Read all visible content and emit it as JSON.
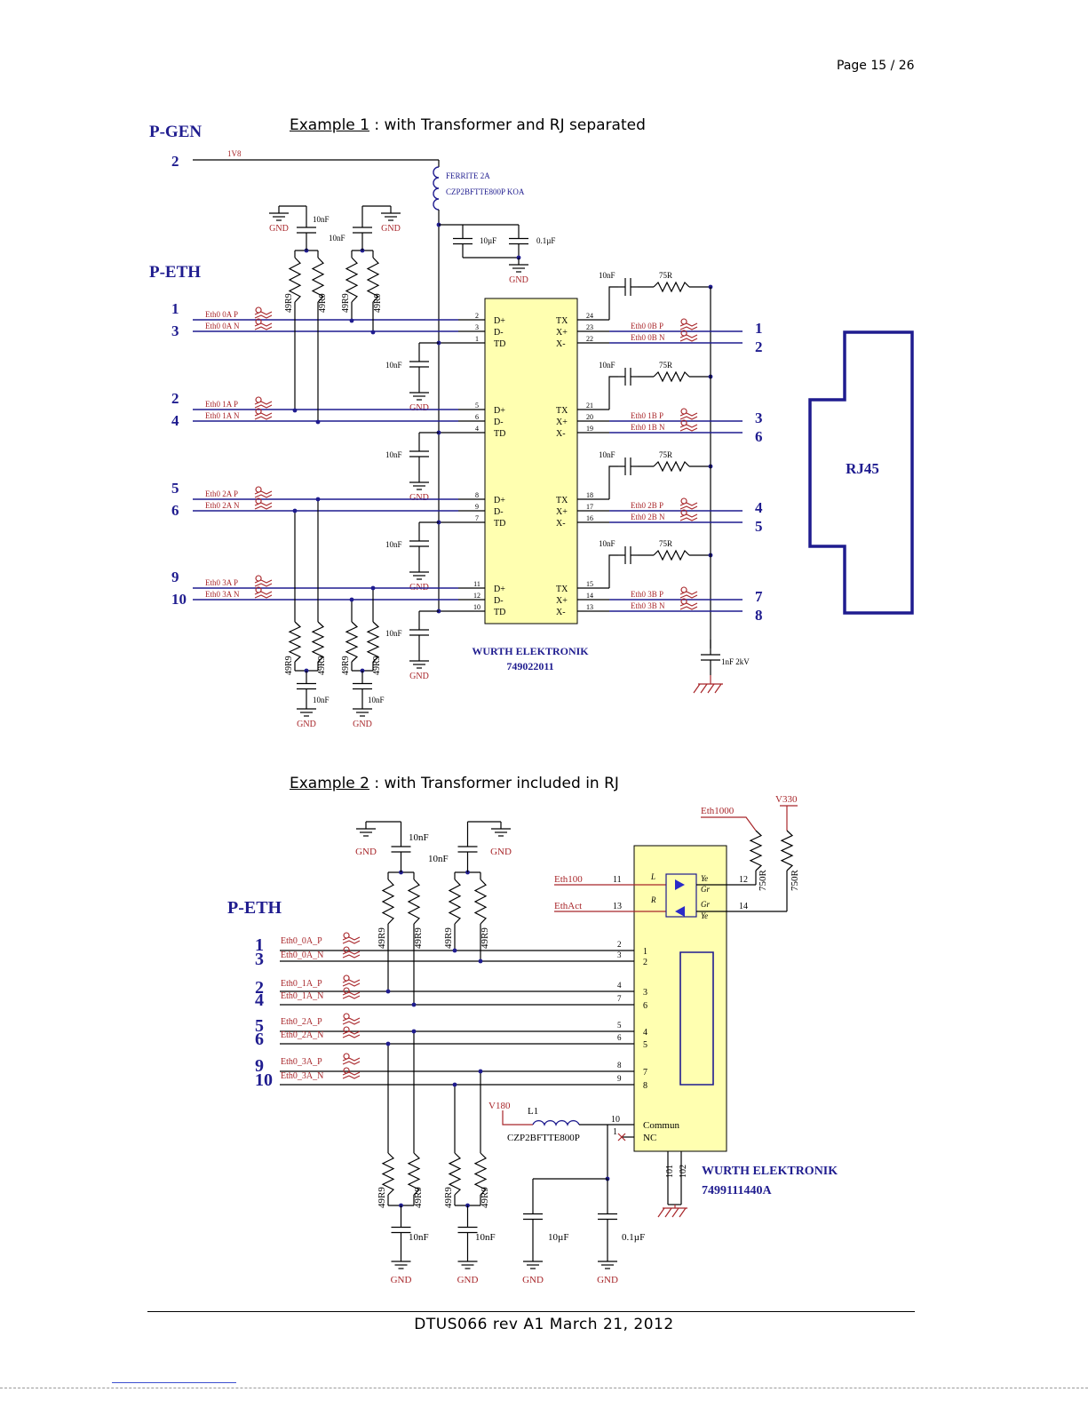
{
  "page": {
    "page_label": "Page 15 / 26",
    "footer": "DTUS066 rev A1 March 21, 2012"
  },
  "example1": {
    "title_link": "Example 1",
    "title_rest": " : with Transformer and RJ separated",
    "pgen_label": "P-GEN",
    "pgen_pin": "2",
    "net_1v8": "1V8",
    "ferrite_line1": "FERRITE 2A",
    "ferrite_line2": "CZP2BFTTE800P   KOA",
    "pwr_caps": [
      "10µF",
      "0.1µF"
    ],
    "peth_label": "P-ETH",
    "left_pins": [
      "1",
      "3",
      "2",
      "4",
      "5",
      "6",
      "9",
      "10"
    ],
    "left_nets": [
      "Eth0_0A_P",
      "Eth0_0A_N",
      "Eth0_1A_P",
      "Eth0_1A_N",
      "Eth0_2A_P",
      "Eth0_2A_N",
      "Eth0_3A_P",
      "Eth0_3A_N"
    ],
    "right_pins": [
      "1",
      "2",
      "3",
      "6",
      "4",
      "5",
      "7",
      "8"
    ],
    "right_nets": [
      "Eth0_0B_P",
      "Eth0_0B_N",
      "Eth0_1B_P",
      "Eth0_1B_N",
      "Eth0_2B_P",
      "Eth0_2B_N",
      "Eth0_3B_P",
      "Eth0_3B_N"
    ],
    "resistor_label": "49R9",
    "cap_label": "10nF",
    "gnd_label": "GND",
    "term_resistor": "75R",
    "chassis_cap": "1nF 2kV",
    "xfmr_left_pin_groups": [
      [
        "2",
        "3",
        "1"
      ],
      [
        "5",
        "6",
        "4"
      ],
      [
        "8",
        "9",
        "7"
      ],
      [
        "11",
        "12",
        "10"
      ]
    ],
    "xfmr_right_pin_groups": [
      [
        "24",
        "23",
        "22"
      ],
      [
        "21",
        "20",
        "19"
      ],
      [
        "18",
        "17",
        "16"
      ],
      [
        "15",
        "14",
        "13"
      ]
    ],
    "xfmr_left_text": [
      "D+",
      "D-",
      "TD"
    ],
    "xfmr_right_text": [
      "TX",
      "X+",
      "X-"
    ],
    "xfmr_vendor": "WURTH ELEKTRONIK",
    "xfmr_part": "749022011",
    "rj45_label": "RJ45"
  },
  "example2": {
    "title_link": "Example 2",
    "title_rest": " : with Transformer included in RJ",
    "peth_label": "P-ETH",
    "left_pins": [
      "1",
      "3",
      "2",
      "4",
      "5",
      "6",
      "9",
      "10"
    ],
    "left_nets": [
      "Eth0_0A_P",
      "Eth0_0A_N",
      "Eth0_1A_P",
      "Eth0_1A_N",
      "Eth0_2A_P",
      "Eth0_2A_N",
      "Eth0_3A_P",
      "Eth0_3A_N"
    ],
    "conn_pins": [
      "2",
      "3",
      "4",
      "7",
      "5",
      "6",
      "8",
      "9"
    ],
    "jack_pins": [
      "1",
      "2",
      "3",
      "6",
      "4",
      "5",
      "7",
      "8"
    ],
    "resistor_label": "49R9",
    "cap_label": "10nF",
    "gnd_label": "GND",
    "led_nets": [
      "Eth100",
      "EthAct"
    ],
    "led_pins_left": [
      "11",
      "13"
    ],
    "led_pins_right": [
      "12",
      "14"
    ],
    "led_names": [
      "L",
      "R"
    ],
    "led_colors": [
      "Ye",
      "Gr",
      "Gr",
      "Ye"
    ],
    "eth1000": "Eth1000",
    "v330": "V330",
    "led_resistors": [
      "750R",
      "750R"
    ],
    "v180": "V180",
    "inductor_ref": "L1",
    "inductor_part": "CZP2BFTTE800P",
    "common_pins": [
      "10",
      "1"
    ],
    "common_text": [
      "Commun",
      "NC"
    ],
    "shield_pins": [
      "101",
      "102"
    ],
    "pwr_caps": [
      "10µF",
      "0.1µF"
    ],
    "rj_vendor": "WURTH ELEKTRONIK",
    "rj_part": "7499111440A"
  }
}
